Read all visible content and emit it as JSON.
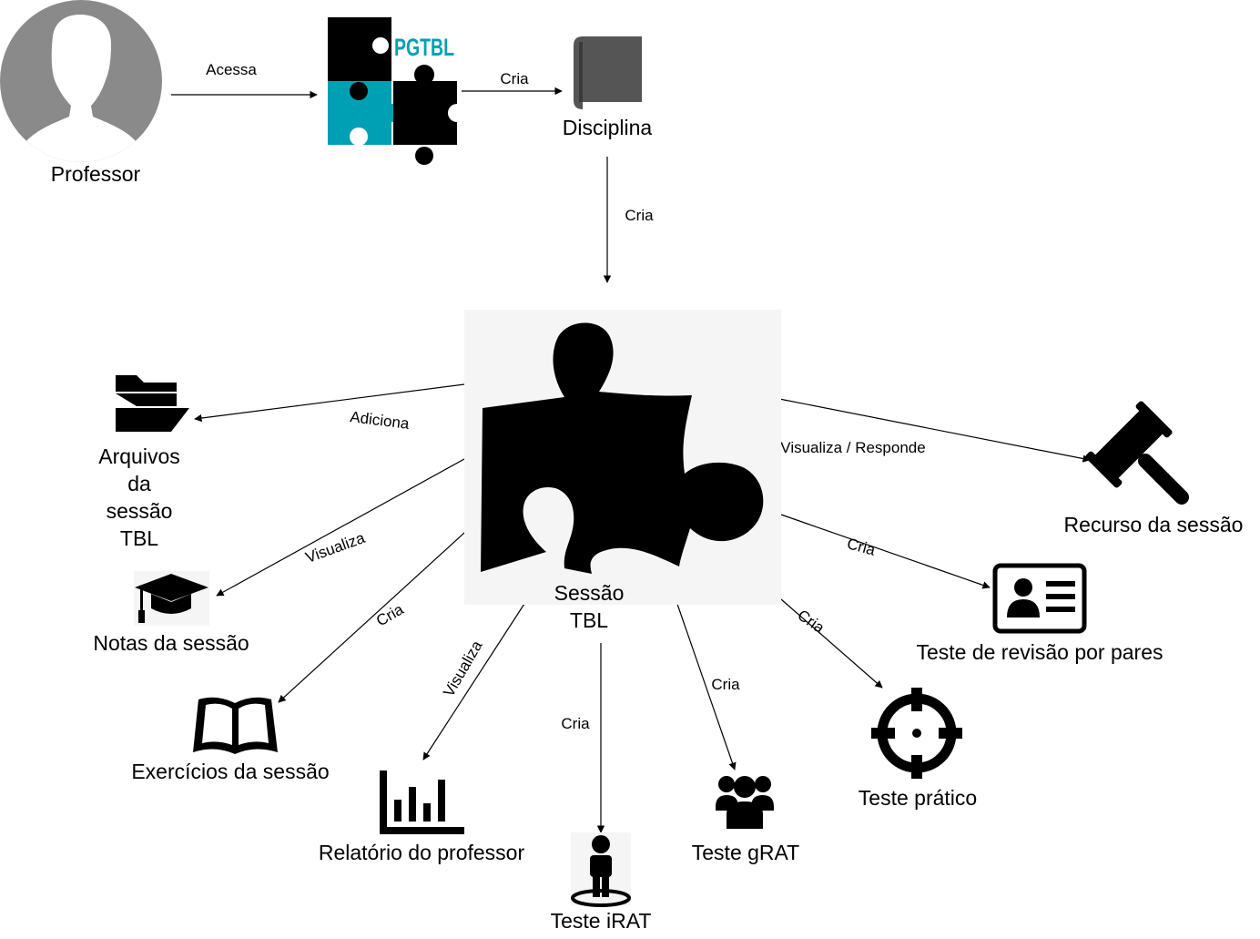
{
  "nodes": {
    "professor": "Professor",
    "pgtbl_logo": "PGTBL",
    "disciplina": "Disciplina",
    "sessao_line1": "Sessão",
    "sessao_line2": "TBL",
    "arquivos_line1": "Arquivos",
    "arquivos_line2": "da",
    "arquivos_line3": "sessão",
    "arquivos_line4": "TBL",
    "notas": "Notas da sessão",
    "exercicios": "Exercícios da sessão",
    "relatorio": "Relatório do professor",
    "irat": "Teste iRAT",
    "grat": "Teste gRAT",
    "pratico": "Teste prático",
    "revisao": "Teste de revisão por pares",
    "recurso": "Recurso da sessão"
  },
  "edges": {
    "acessa": "Acessa",
    "cria_disciplina": "Cria",
    "cria_sessao": "Cria",
    "adiciona": "Adiciona",
    "visualiza_notas": "Visualiza",
    "cria_exercicios": "Cria",
    "visualiza_relatorio": "Visualiza",
    "cria_irat": "Cria",
    "cria_grat": "Cria",
    "cria_pratico": "Cria",
    "cria_revisao": "Cria",
    "visualiza_responde": "Visualiza / Responde"
  },
  "colors": {
    "logo_teal": "#00a0b4",
    "avatar_gray": "#8a8a8a",
    "book_gray": "#555555",
    "session_bg": "#f5f5f5"
  },
  "icons": {
    "professor": "user-avatar-icon",
    "pgtbl": "puzzle-logo-icon",
    "disciplina": "book-icon",
    "sessao": "puzzle-piece-icon",
    "arquivos": "folder-open-icon",
    "notas": "graduation-cap-icon",
    "exercicios": "open-book-icon",
    "relatorio": "bar-chart-icon",
    "irat": "person-pin-icon",
    "grat": "group-icon",
    "pratico": "crosshair-icon",
    "revisao": "id-card-icon",
    "recurso": "gavel-icon"
  }
}
